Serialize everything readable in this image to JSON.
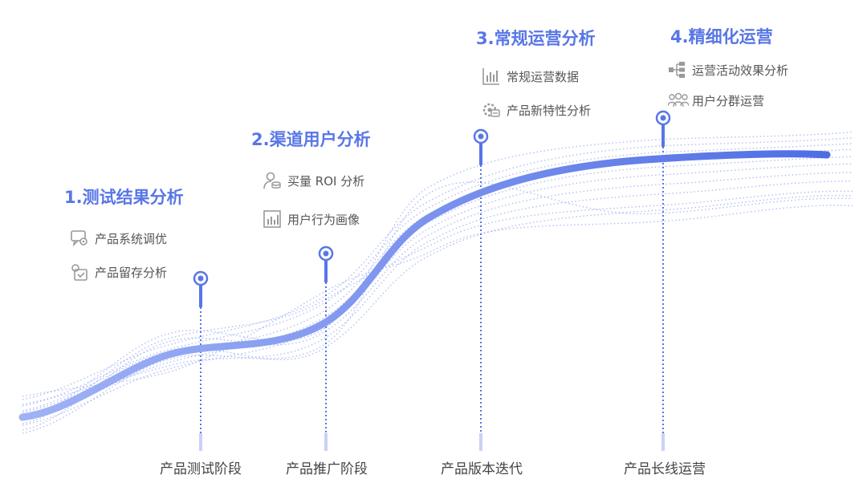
{
  "stages": [
    {
      "title": "1.测试结果分析",
      "features": [
        {
          "label": "产品系统调优",
          "icon": "chat-settings-icon"
        },
        {
          "label": "产品留存分析",
          "icon": "retention-icon"
        }
      ]
    },
    {
      "title": "2.渠道用户分析",
      "features": [
        {
          "label": "买量 ROI 分析",
          "icon": "user-coin-icon"
        },
        {
          "label": "用户行为画像",
          "icon": "bar-chart-icon"
        }
      ]
    },
    {
      "title": "3.常规运营分析",
      "features": [
        {
          "label": "常规运营数据",
          "icon": "bar-chart-icon"
        },
        {
          "label": "产品新特性分析",
          "icon": "gear-feature-icon"
        }
      ]
    },
    {
      "title": "4.精细化运营",
      "features": [
        {
          "label": "运营活动效果分析",
          "icon": "hierarchy-icon"
        },
        {
          "label": "用户分群运营",
          "icon": "user-group-icon"
        }
      ]
    }
  ],
  "phases": [
    "产品测试阶段",
    "产品推广阶段",
    "产品版本迭代",
    "产品长线运营"
  ],
  "colors": {
    "accent": "#5876e6",
    "line_light": "#8ea3f0",
    "dotted": "#9aaaf0"
  }
}
